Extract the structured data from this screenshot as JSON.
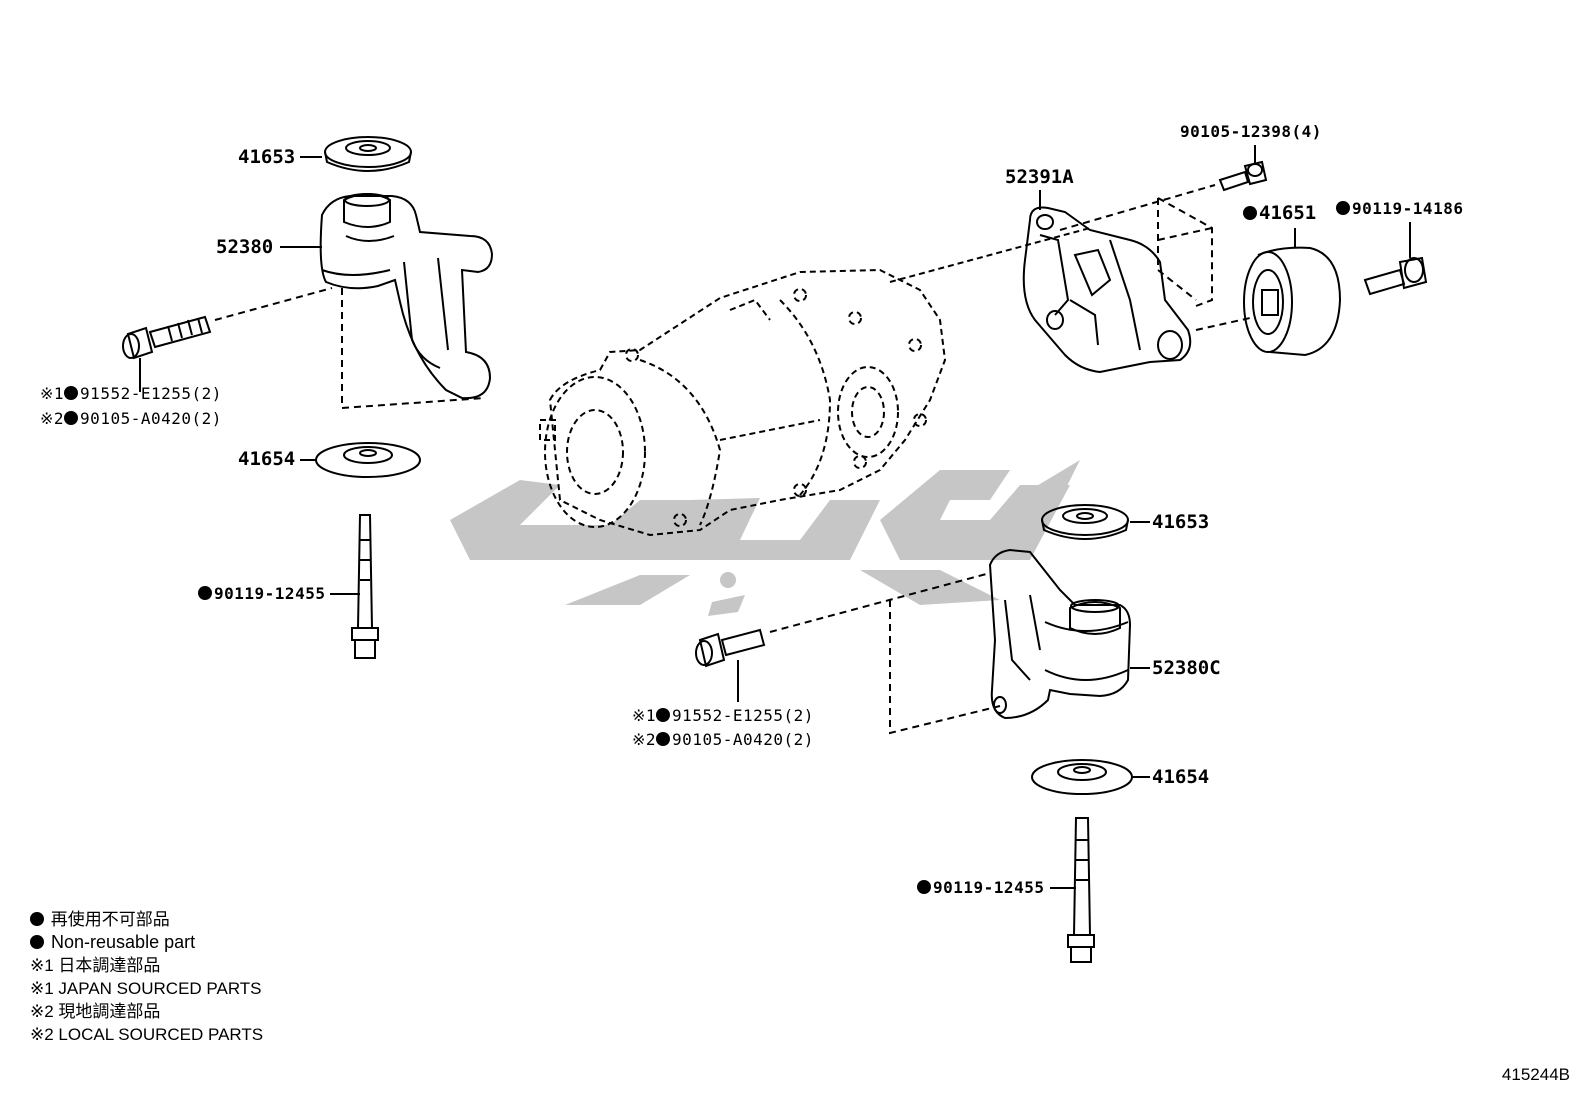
{
  "labels": {
    "p41653_top": "41653",
    "p52380": "52380",
    "p41654_left": "41654",
    "p90119_left": "90119-12455",
    "note1_left": "※1",
    "bolt1_left": "91552-E1255(2)",
    "note2_left": "※2",
    "bolt2_left": "90105-A0420(2)",
    "p90105_12398": "90105-12398(4)",
    "p52391A": "52391A",
    "p41651": "41651",
    "p90119_14186": "90119-14186",
    "p41653_right": "41653",
    "p52380C": "52380C",
    "note1_mid": "※1",
    "bolt1_mid": "91552-E1255(2)",
    "note2_mid": "※2",
    "bolt2_mid": "90105-A0420(2)",
    "p41654_right": "41654",
    "p90119_right": "90119-12455"
  },
  "legend": {
    "jp_nonreusable": "再使用不可部品",
    "en_nonreusable": "Non-reusable part",
    "jp_japan": "※1 日本調達部品",
    "en_japan": "※1 JAPAN SOURCED PARTS",
    "jp_local": "※2 現地調達部品",
    "en_local": "※2 LOCAL SOURCED PARTS"
  },
  "diagram_code": "415244B",
  "colors": {
    "line": "#000000",
    "watermark": "#c8c8c8"
  }
}
